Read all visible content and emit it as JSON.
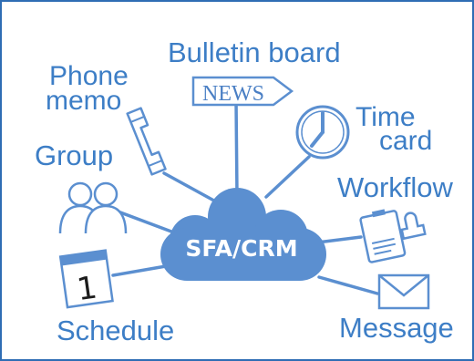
{
  "center": {
    "label": "SFA/CRM"
  },
  "nodes": {
    "bulletin_board": {
      "label": "Bulletin board",
      "sign_text": "NEWS",
      "icon": "news-sign-icon"
    },
    "phone_memo": {
      "label_line1": "Phone",
      "label_line2": "memo",
      "icon": "phone-handset-icon"
    },
    "time_card": {
      "label_line1": "Time",
      "label_line2": "card",
      "icon": "clock-icon"
    },
    "group": {
      "label": "Group",
      "icon": "people-icon"
    },
    "workflow": {
      "label": "Workflow",
      "icon": "document-stamp-icon"
    },
    "schedule": {
      "label": "Schedule",
      "calendar_day": "1",
      "icon": "calendar-icon"
    },
    "message": {
      "label": "Message",
      "icon": "envelope-icon"
    }
  },
  "colors": {
    "accent": "#5b8fd0",
    "text": "#3d7ec6",
    "border": "#2f6db4",
    "cloud": "#5b8fd0"
  }
}
